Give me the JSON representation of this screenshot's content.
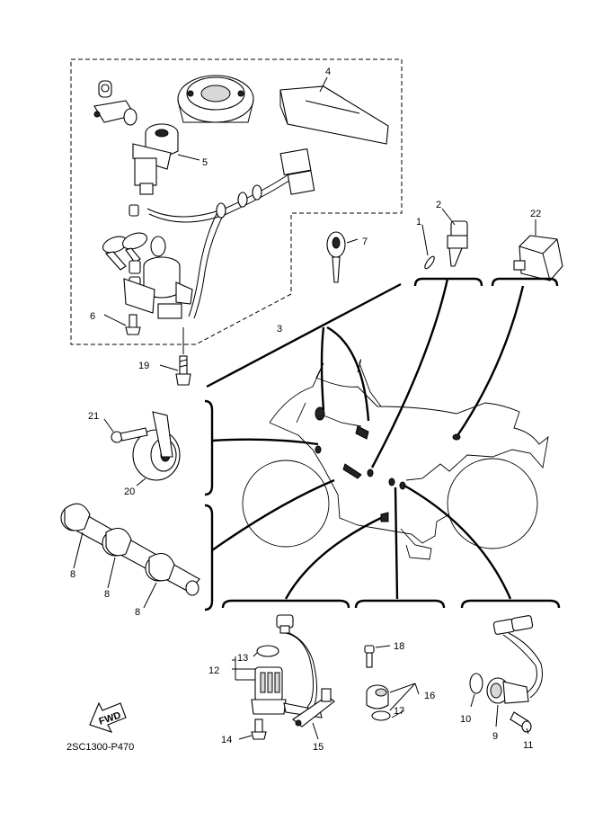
{
  "diagram_code": "2SC1300-P470",
  "fwd_label": "FWD",
  "callouts": {
    "c1": "1",
    "c2": "2",
    "c3": "3",
    "c4": "4",
    "c5": "5",
    "c6": "6",
    "c7": "7",
    "c8a": "8",
    "c8b": "8",
    "c8c": "8",
    "c9": "9",
    "c10": "10",
    "c11": "11",
    "c12": "12",
    "c13": "13",
    "c14": "14",
    "c15": "15",
    "c16": "16",
    "c17": "17",
    "c18": "18",
    "c19": "19",
    "c20": "20",
    "c21": "21",
    "c22": "22"
  }
}
